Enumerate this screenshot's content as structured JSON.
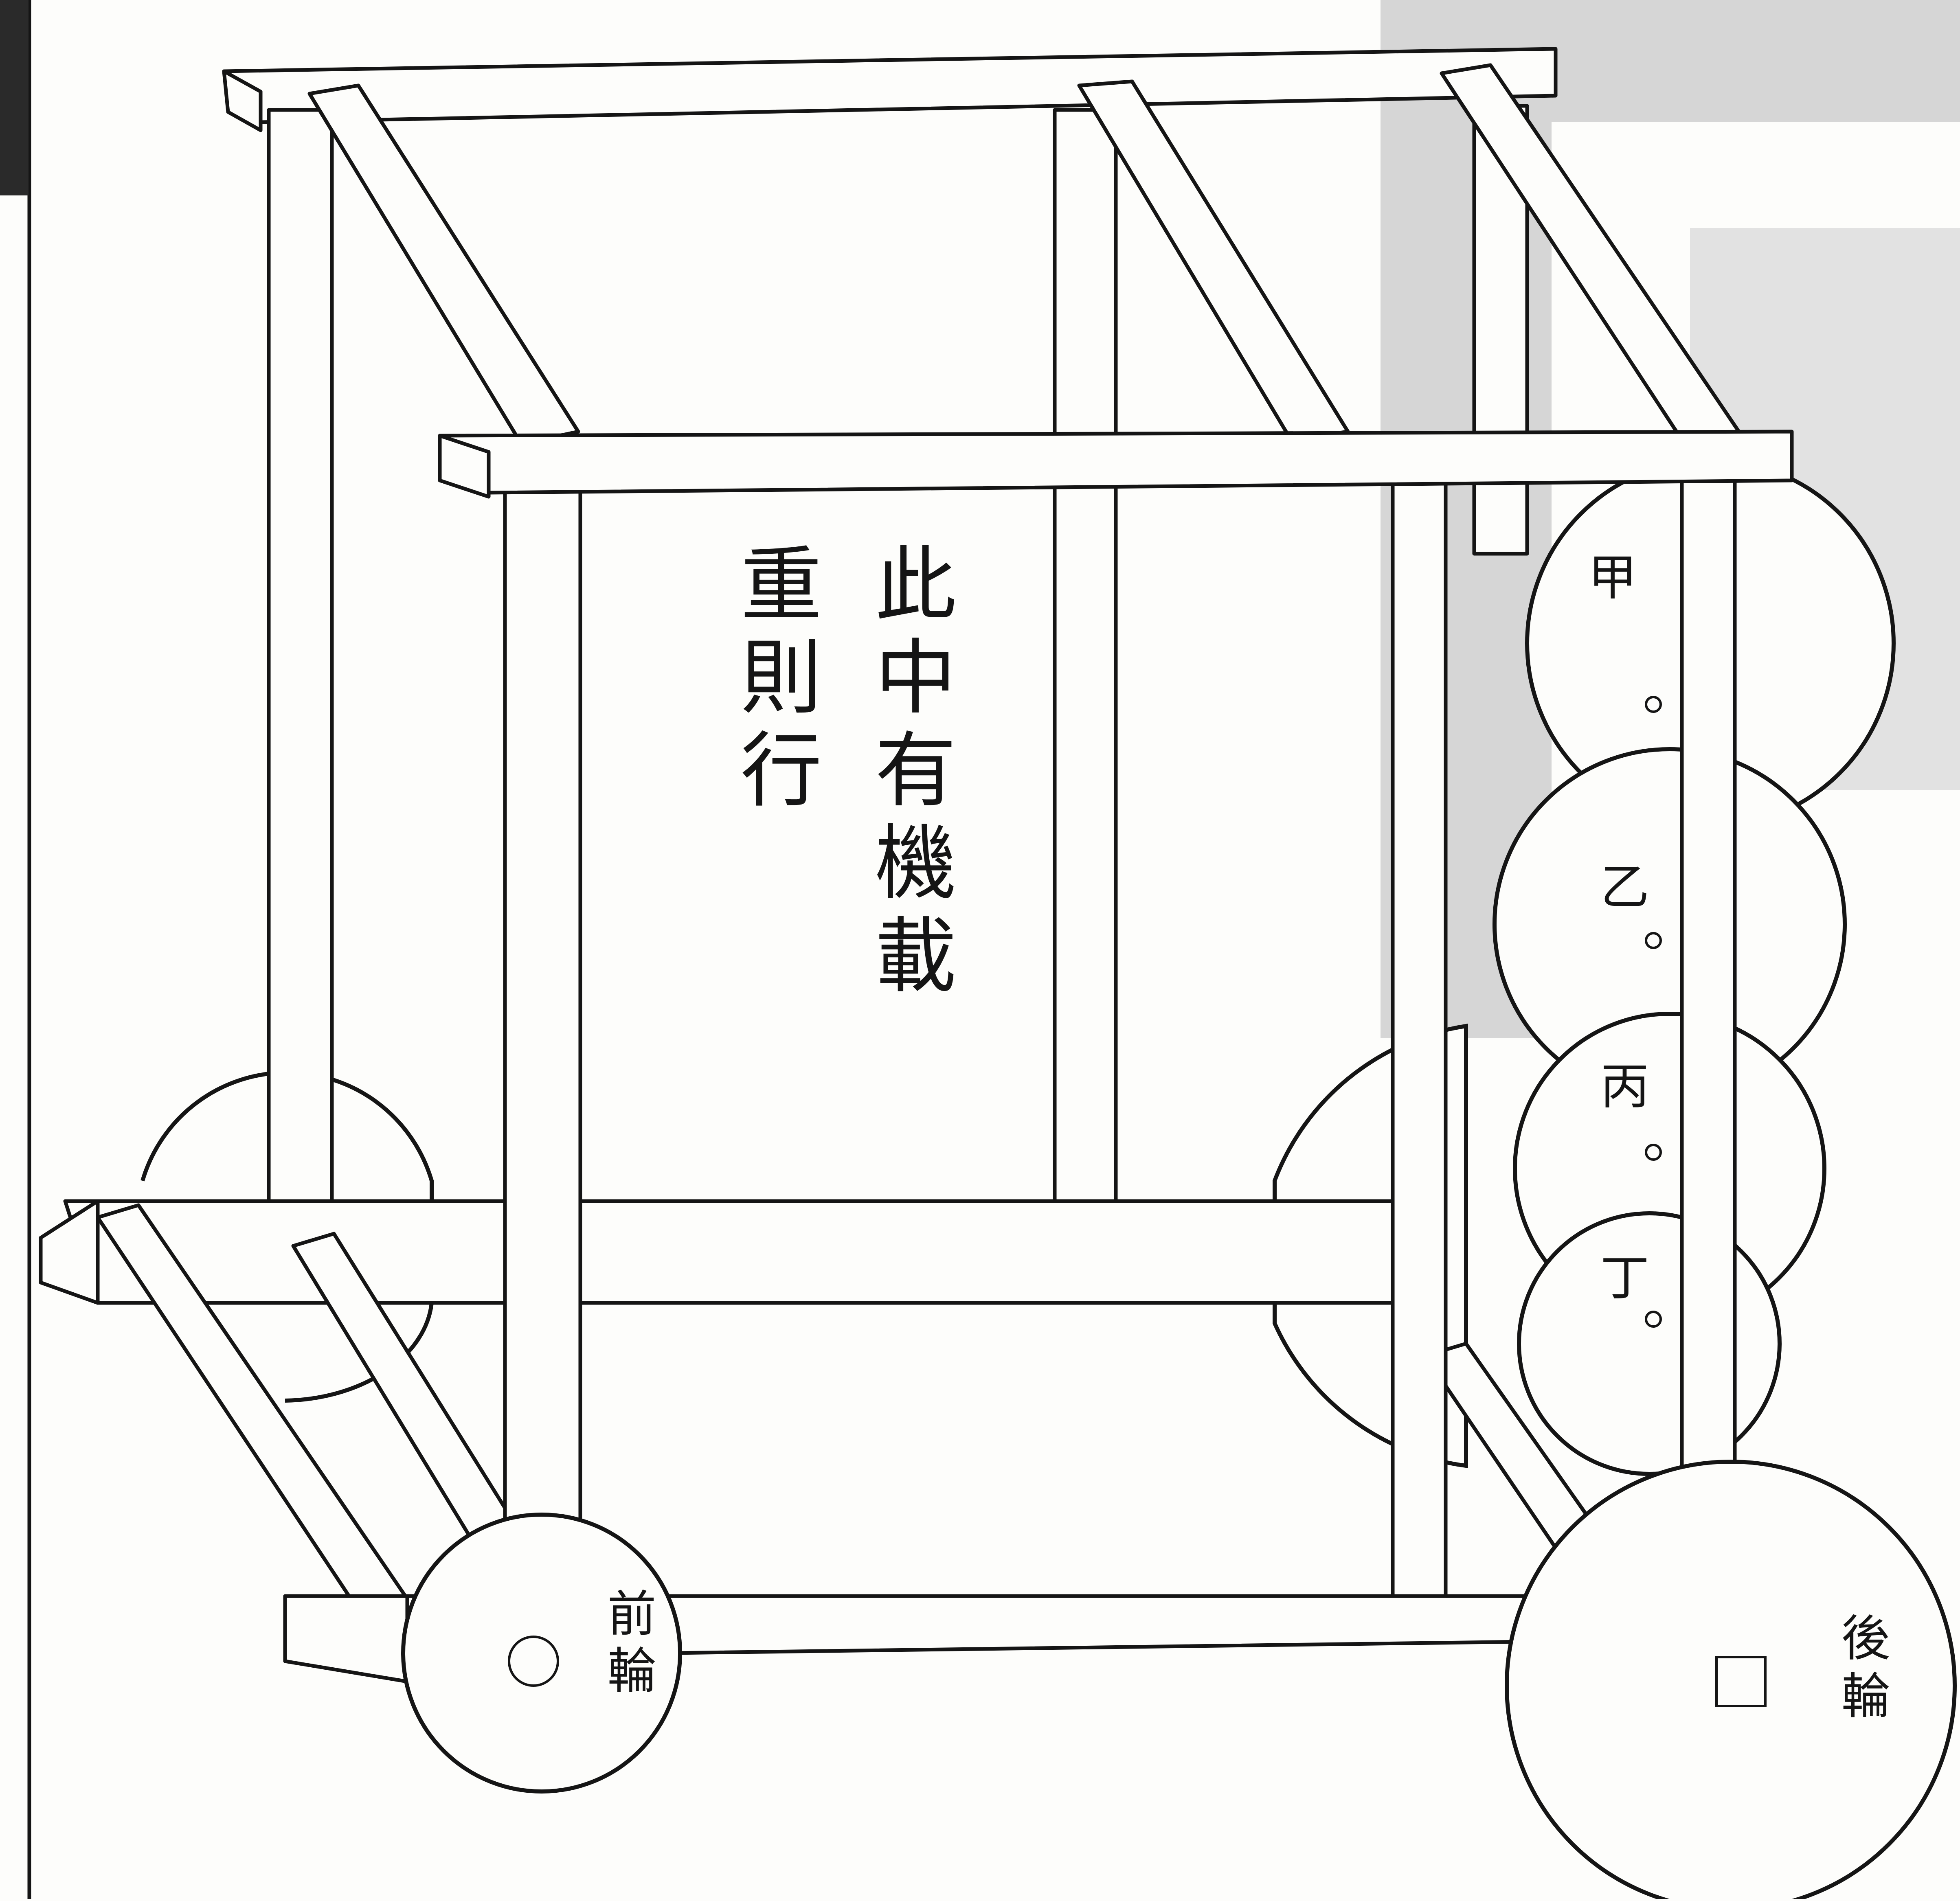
{
  "caption": {
    "column_right": "此中有機載",
    "column_left": "重則行"
  },
  "weights": [
    {
      "label": "甲"
    },
    {
      "label": "乙"
    },
    {
      "label": "丙"
    },
    {
      "label": "丁"
    }
  ],
  "wheels": {
    "front": {
      "label": "前輪"
    },
    "rear": {
      "label": "後輪"
    }
  },
  "watermark_color": "#d2d2d2",
  "ink_color": "#151515",
  "paper_color": "#fdfdfb"
}
